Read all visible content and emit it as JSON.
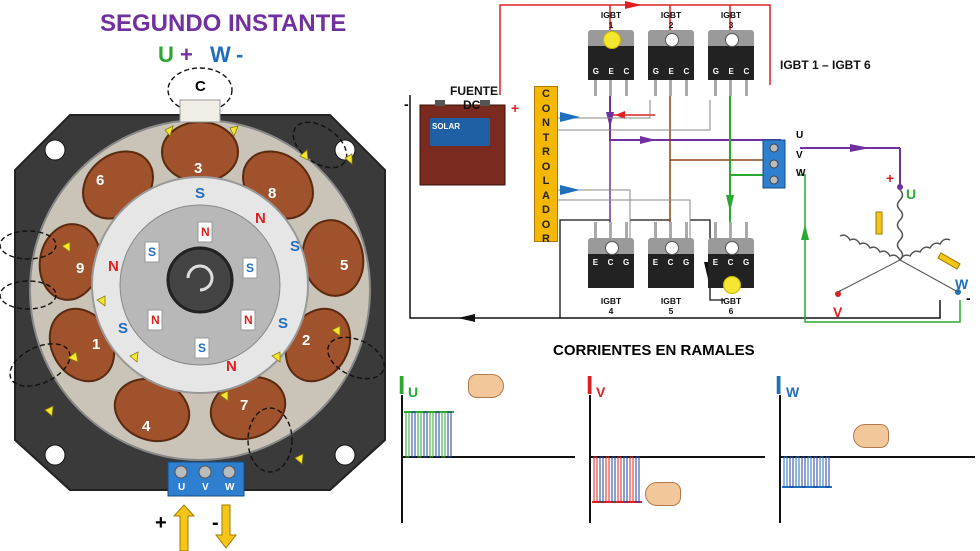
{
  "title": "SEGUNDO INSTANTE",
  "phase_labels": {
    "u": "U",
    "u_sign": "+",
    "w": "W",
    "w_sign": "-"
  },
  "connector_top": "C",
  "coils": [
    "1",
    "2",
    "3",
    "4",
    "5",
    "6",
    "7",
    "8",
    "9"
  ],
  "poles": {
    "n": "N",
    "s": "S"
  },
  "terminal_labels": [
    "U",
    "V",
    "W"
  ],
  "input_signs": {
    "plus": "+",
    "minus": "-"
  },
  "source": {
    "title_line1": "FUENTE",
    "title_line2": "DC",
    "plus": "+",
    "minus": "-",
    "battery_brand": "SOLAR"
  },
  "controller_letters": [
    "C",
    "O",
    "N",
    "T",
    "R",
    "O",
    "L",
    "A",
    "D",
    "O",
    "R"
  ],
  "igbts": [
    {
      "name": "IGBT",
      "num": "1",
      "pins": [
        "G",
        "E",
        "C"
      ],
      "on": true
    },
    {
      "name": "IGBT",
      "num": "2",
      "pins": [
        "G",
        "E",
        "C"
      ],
      "on": false
    },
    {
      "name": "IGBT",
      "num": "3",
      "pins": [
        "G",
        "E",
        "C"
      ],
      "on": false
    },
    {
      "name": "IGBT",
      "num": "4",
      "pins": [
        "E",
        "C",
        "G"
      ],
      "on": false
    },
    {
      "name": "IGBT",
      "num": "5",
      "pins": [
        "E",
        "C",
        "G"
      ],
      "on": false
    },
    {
      "name": "IGBT",
      "num": "6",
      "pins": [
        "E",
        "C",
        "G"
      ],
      "on": true
    }
  ],
  "igbt_range_label": "IGBT 1 – IGBT 6",
  "uvw_terminal": [
    "U",
    "V",
    "W"
  ],
  "motor_star": {
    "u": "U",
    "v": "V",
    "w": "W",
    "plus": "+",
    "minus": "-"
  },
  "currents_title": "CORRIENTES EN RAMALES",
  "current_plots": [
    {
      "letter": "I",
      "sub": "U",
      "color": "#2aa830",
      "direction": "positive"
    },
    {
      "letter": "I",
      "sub": "V",
      "color": "#e02020",
      "direction": "negative"
    },
    {
      "letter": "I",
      "sub": "W",
      "color": "#1f6fbf",
      "direction": "negative"
    }
  ],
  "colors": {
    "purple": "#7030a0",
    "red": "#e02020",
    "green": "#2aa830",
    "blue": "#1f6fbf",
    "brown": "#8b4513",
    "yellow": "#f5e631"
  }
}
